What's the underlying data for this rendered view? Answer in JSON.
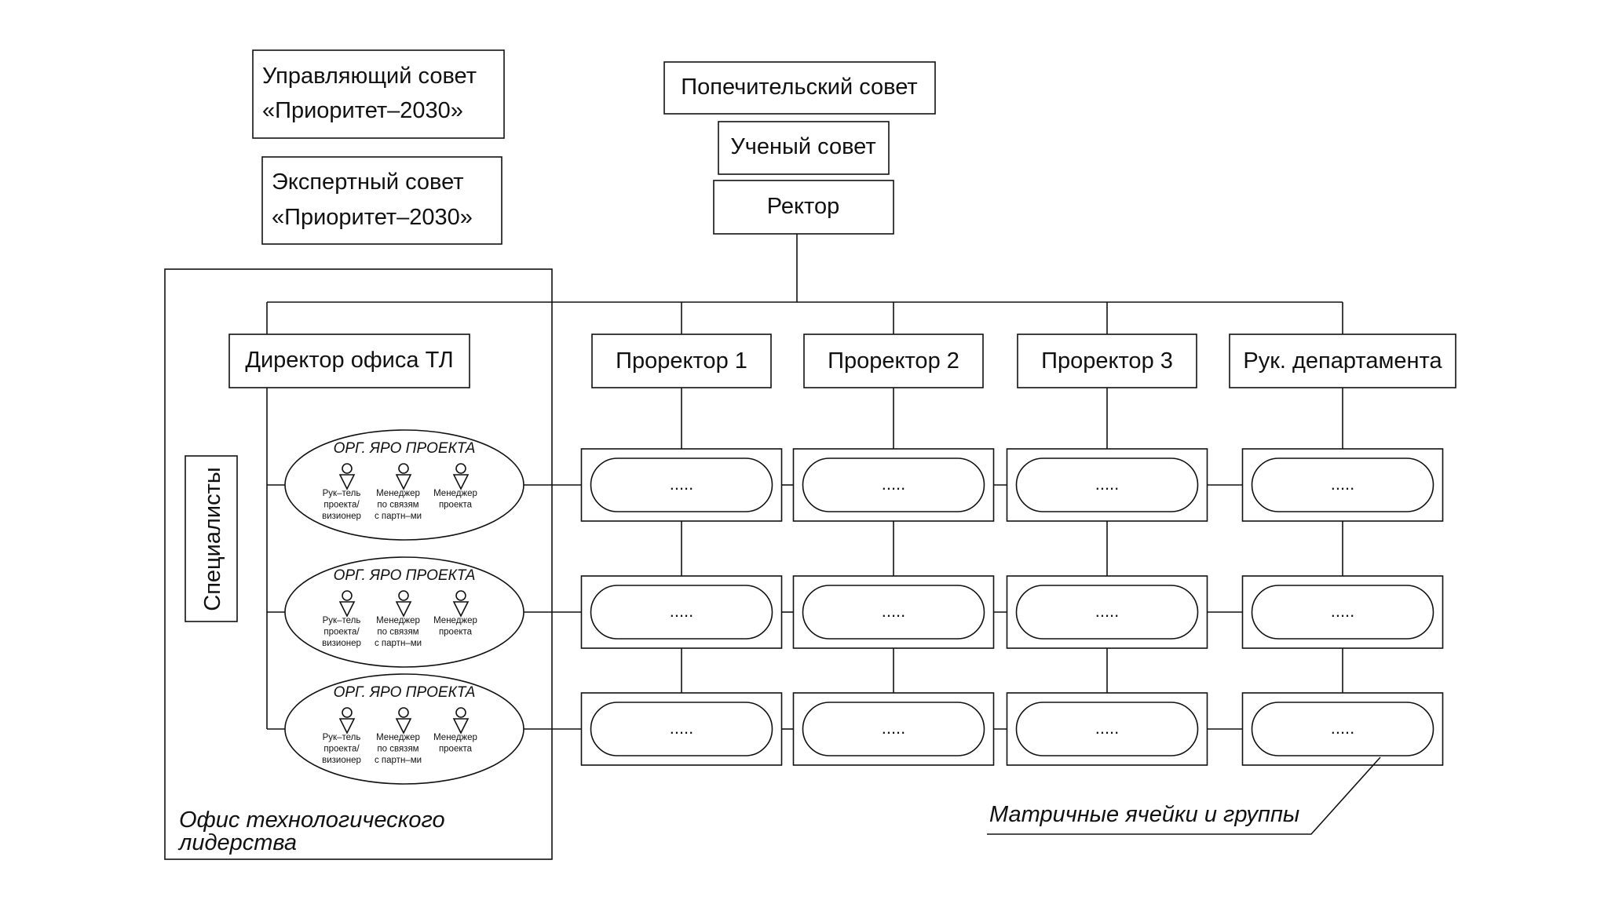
{
  "governance": {
    "managing_board": [
      "Управляющий совет",
      "«Приоритет–2030»"
    ],
    "expert_board": [
      "Экспертный совет",
      "«Приоритет–2030»"
    ],
    "trustee_board": "Попечительский совет",
    "academic_council": "Ученый совет",
    "rector": "Ректор"
  },
  "office": {
    "director": "Директор офиса ТЛ",
    "specialists": "Специалисты",
    "caption": [
      "Офис технологического",
      "лидерства"
    ],
    "project_core": {
      "title": "ОРГ. ЯРО ПРОЕКТА",
      "roles": [
        [
          "Рук–тель",
          "проекта/",
          "визионер"
        ],
        [
          "Менеджер",
          "по связям",
          "с партн–ми"
        ],
        [
          "Менеджер",
          "проекта"
        ]
      ],
      "count": 3
    }
  },
  "columns": [
    "Проректор 1",
    "Проректор 2",
    "Проректор 3",
    "Рук. департамента"
  ],
  "matrix": {
    "cell_label": ".....",
    "caption": "Матричные ячейки и группы"
  }
}
